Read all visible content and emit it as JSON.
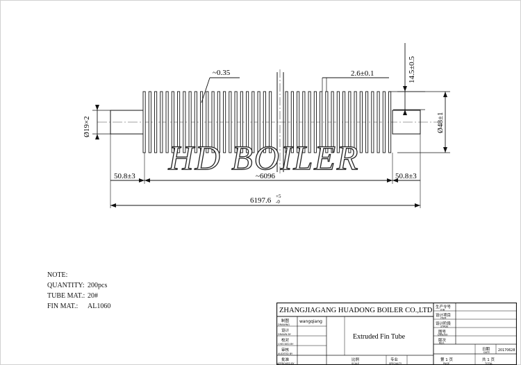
{
  "watermark": "HD BOILER",
  "dimensions": {
    "fin_thickness": "~0.35",
    "fin_pitch": "2.6±0.1",
    "fin_height": "14.5±0.5",
    "tube_dia": "Ø19×2",
    "fin_outer_dia": "Ø48±1",
    "left_bare": "50.8±3",
    "finned_length": "~6096",
    "right_bare": "50.8±3",
    "total_length": "6197.6",
    "total_tol_upper": "+5",
    "total_tol_lower": "-0"
  },
  "notes": {
    "title": "NOTE:",
    "rows": [
      {
        "label": "QUANTITY:",
        "value": "200pcs"
      },
      {
        "label": "TUBE MAT.:",
        "value": "20#"
      },
      {
        "label": "FIN MAT.:",
        "value": "AL1060"
      }
    ]
  },
  "title_block": {
    "company": "ZHANGJIAGANG HUADONG BOILER CO.,LTD",
    "part_name": "Extruded Fin Tube",
    "job_label_cn": "生产令号",
    "job_label_en": "JOB",
    "item_label_cn": "设计项目",
    "item_label_en": "ITEM",
    "stage_label_cn": "设计阶段",
    "stage_label_en": "STAGE",
    "drwno_label_cn": "图号",
    "drwno_label_en": "DRW.NO",
    "rev_label_cn": "版次",
    "rev_label_en": "REV.",
    "drawn_cn": "制图",
    "drawn_en": "DRAWING",
    "drawn_value": "wangqiang",
    "design_cn": "设计",
    "design_en": "DRAWN BY",
    "check_cn": "校对",
    "check_en": "CHECKED BY",
    "audit_cn": "审核",
    "audit_en": "AUDITED BY",
    "approve_cn": "批准",
    "approve_en": "APPROVED BY",
    "scale_cn": "比例",
    "scale_en": "SCALE",
    "specialty_cn": "专业",
    "specialty_en": "SPECIALTY",
    "date_cn": "日期",
    "date_en": "DATE",
    "date_value": "20170628",
    "page_cn": "第 1 页",
    "page_en": "PAGE",
    "total_cn": "共 1 页",
    "total_en": "TOTAL"
  }
}
